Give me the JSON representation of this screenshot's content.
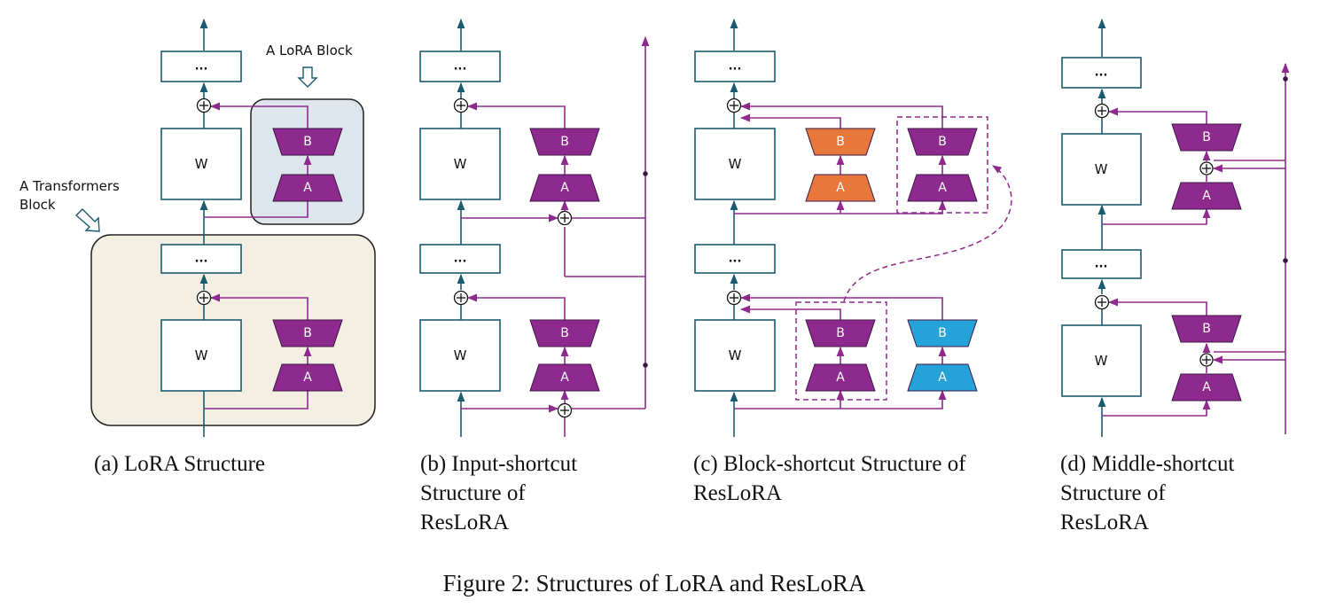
{
  "labels": {
    "weight": "W",
    "ellipsis": "...",
    "lora_a": "A",
    "lora_b": "B"
  },
  "annotations": {
    "lora_block": "A LoRA Block",
    "transformers_block_line1": "A Transformers",
    "transformers_block_line2": "Block"
  },
  "captions": {
    "a": [
      "(a) LoRA Structure"
    ],
    "b": [
      "(b) Input-shortcut",
      "Structure of",
      "ResLoRA"
    ],
    "c": [
      "(c) Block-shortcut Structure of",
      "ResLoRA"
    ],
    "d": [
      "(d) Middle-shortcut",
      "Structure of",
      "ResLoRA"
    ]
  },
  "figure_caption": "Figure 2:  Structures of LoRA and ResLoRA",
  "colors": {
    "main_path": "#1b5b70",
    "lora_path": "#8e2a8e",
    "lora_fill": "#8e2a8e",
    "block_shortcut_prev": "#e8773c",
    "block_shortcut_next": "#25a3d8",
    "lora_block_bg": "#dde6ec",
    "transformers_block_bg": "#f3efe3"
  }
}
